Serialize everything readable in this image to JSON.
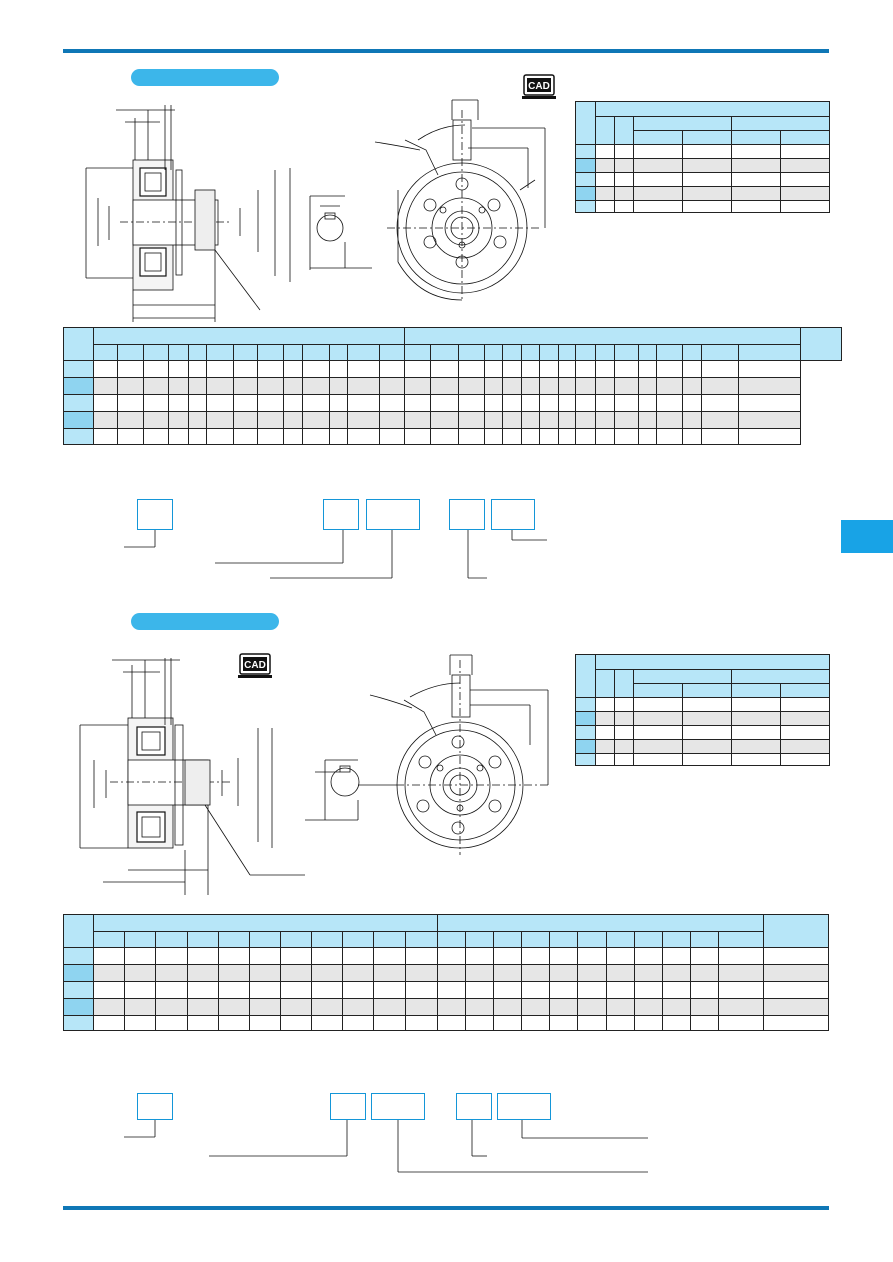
{
  "icons": {
    "cad_icon_label": "CAD",
    "side_tab_color": "#18a3e6",
    "rule_color": "#0f77b6",
    "pill_color": "#3cb6ea",
    "table_header_color": "#b7e6f8"
  },
  "section1": {
    "title_pill_text": "",
    "cad_badge": "CAD"
  },
  "section2": {
    "title_pill_text": "",
    "cad_badge": "CAD"
  }
}
